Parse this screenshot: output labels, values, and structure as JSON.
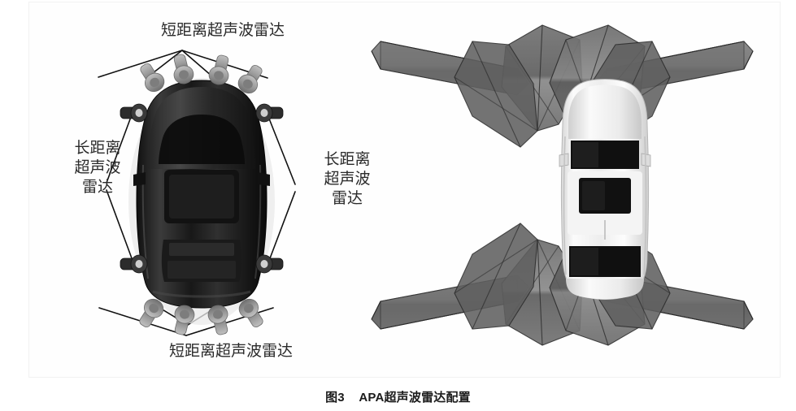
{
  "figure": {
    "caption": "图3    APA超声波雷达配置",
    "caption_number": "图3",
    "caption_title": "APA超声波雷达配置"
  },
  "left_diagram": {
    "name": "sensor-layout-diagram",
    "description_text": "俯视车辆超声波雷达布置示意",
    "labels": {
      "top": "短距离超声波雷达",
      "bottom": "短距离超声波雷达",
      "left": "长距离\n超声波\n雷达",
      "right": "长距离\n超声波\n雷达"
    },
    "sensor_counts": {
      "front_short_range": 4,
      "rear_short_range": 4,
      "side_long_range": 4
    },
    "colors": {
      "car_body": "#1c1c1c",
      "car_body_highlight": "#4a4a4a",
      "sensor_body": "#9a9a9a",
      "leader_line": "#111111"
    }
  },
  "right_diagram": {
    "name": "sensor-coverage-diagram",
    "description_text": "超声波雷达探测范围三维示意",
    "colors": {
      "car_body": "#f2f2f2",
      "car_glass": "#141414",
      "beam_fill": "#6c6c6c",
      "beam_fill_dark": "#4f4f4f",
      "beam_edge": "#2b2b2b"
    },
    "beams": {
      "front_short_range": 4,
      "rear_short_range": 4,
      "side_long_range": 4
    }
  },
  "panel": {
    "background": "#fefefe",
    "border": "#f2f2f2"
  }
}
